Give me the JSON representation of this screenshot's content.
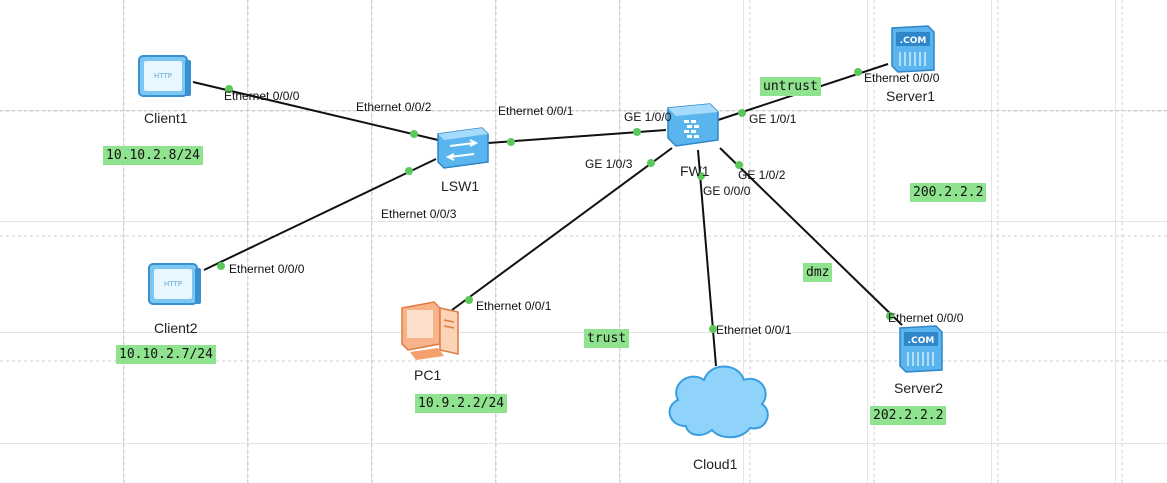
{
  "devices": {
    "client1": {
      "name": "Client1",
      "ip": "10.10.2.8/24"
    },
    "client2": {
      "name": "Client2",
      "ip": "10.10.2.7/24"
    },
    "lsw1": {
      "name": "LSW1"
    },
    "fw1": {
      "name": "FW1"
    },
    "pc1": {
      "name": "PC1",
      "ip": "10.9.2.2/24"
    },
    "cloud1": {
      "name": "Cloud1"
    },
    "server1": {
      "name": "Server1",
      "ip": "200.2.2.2"
    },
    "server2": {
      "name": "Server2",
      "ip": "202.2.2.2"
    }
  },
  "ports": {
    "client1_e000": "Ethernet 0/0/0",
    "lsw1_e002": "Ethernet 0/0/2",
    "lsw1_e001": "Ethernet 0/0/1",
    "lsw1_e003": "Ethernet 0/0/3",
    "client2_e000": "Ethernet 0/0/0",
    "fw1_ge100": "GE 1/0/0",
    "fw1_ge101": "GE 1/0/1",
    "fw1_ge103": "GE 1/0/3",
    "fw1_ge102": "GE 1/0/2",
    "fw1_ge000": "GE 0/0/0",
    "server1_e000": "Ethernet 0/0/0",
    "pc1_e001": "Ethernet 0/0/1",
    "cloud1_e001": "Ethernet 0/0/1",
    "server2_e000": "Ethernet 0/0/0"
  },
  "zones": {
    "untrust": "untrust",
    "trust": "trust",
    "dmz": "dmz"
  },
  "colors": {
    "tag_bg": "#8fe38f",
    "port_dot": "#5cc85c",
    "link": "#111111",
    "device_blue": "#4aa8e8"
  }
}
